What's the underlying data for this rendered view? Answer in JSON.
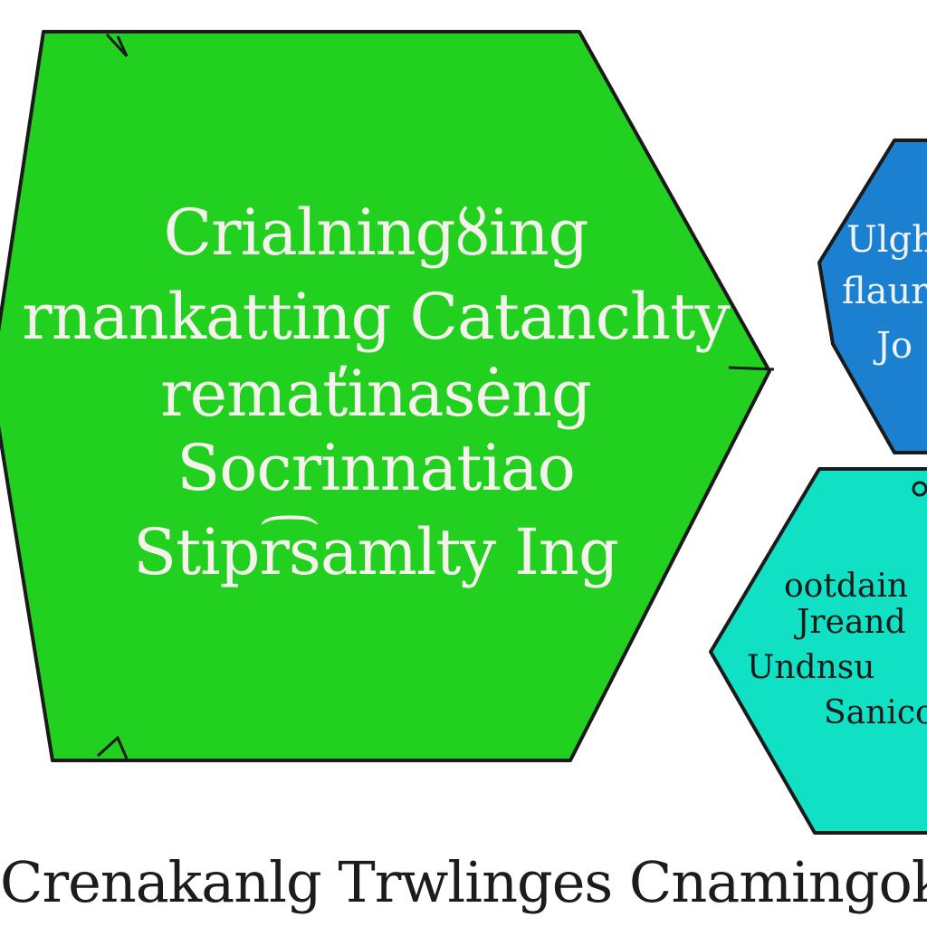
{
  "colors": {
    "green_fill": "#22d11f",
    "blue_fill": "#1a80cf",
    "teal_fill": "#10e0c4",
    "outline": "#1a1a1a",
    "background": "#ffffff"
  },
  "green_hexagon": {
    "lines": [
      "Crialningȣing",
      "rnankatting Catanchty",
      "remaťinasėng",
      "Socrinnatiao",
      "Stipr͡samlty Ing"
    ]
  },
  "blue_hexagon": {
    "lines": [
      "Ulgh",
      "flaur",
      "Jo"
    ]
  },
  "teal_hexagon": {
    "lines": [
      "ootdain",
      "Jreand",
      "Undnsu",
      "Sanico"
    ]
  },
  "caption": "Crenakanlg Trwlinges Cnamingokh"
}
